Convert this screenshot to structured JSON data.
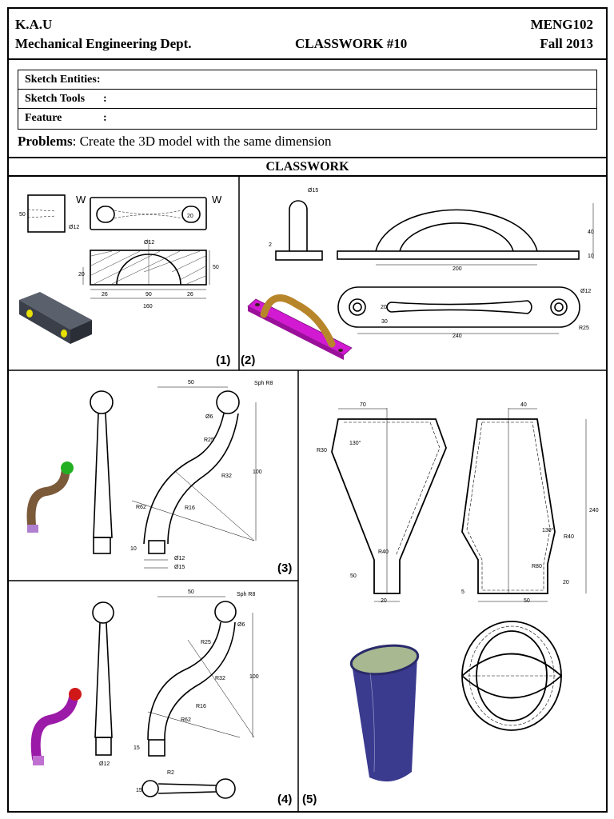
{
  "header": {
    "institution": "K.A.U",
    "department": "Mechanical Engineering Dept.",
    "title": "CLASSWORK #10",
    "course": "MENG102",
    "term": "Fall 2013"
  },
  "meta": {
    "sketch_entities": "Sketch Entities:",
    "sketch_tools": "Sketch Tools",
    "feature": "Feature",
    "colon": ":"
  },
  "problems": {
    "label": "Problems",
    "text": ": Create the 3D model with the same dimension"
  },
  "section_title": "CLASSWORK",
  "problem_labels": {
    "p1": "(1)",
    "p2": "(2)",
    "p3": "(3)",
    "p4": "(4)",
    "p5": "(5)"
  },
  "dims": {
    "p1": [
      "W",
      "W",
      "50",
      "Ø12",
      "Ø12",
      "20",
      "20",
      "50",
      "26",
      "90",
      "26",
      "160"
    ],
    "p2": [
      "Ø15",
      "2",
      "40",
      "10",
      "200",
      "20",
      "30",
      "Ø12",
      "R25",
      "240"
    ],
    "p3": [
      "50",
      "Sph R8",
      "Ø6",
      "R25",
      "R32",
      "R62",
      "R16",
      "100",
      "10",
      "Ø12",
      "Ø15"
    ],
    "p4": [
      "50",
      "Sph R8",
      "Ø6",
      "R25",
      "R32",
      "R16",
      "R62",
      "100",
      "15",
      "Ø12",
      "15",
      "R2"
    ],
    "p5": [
      "70",
      "R30",
      "130°",
      "R40",
      "50",
      "20",
      "40",
      "240",
      "130°",
      "R40",
      "R80",
      "20",
      "50",
      "5"
    ]
  },
  "colors": {
    "p1_model": "#3a3f4a",
    "p1_holes": "#e8e000",
    "p2_base": "#d11ad1",
    "p2_handle": "#b8862a",
    "p3_handle": "#7b5a3a",
    "p3_ball": "#22b022",
    "p4_handle": "#9b1aa8",
    "p4_ball": "#d01818",
    "p5_body": "#3a3a8f",
    "p5_rim": "#a8b890"
  }
}
